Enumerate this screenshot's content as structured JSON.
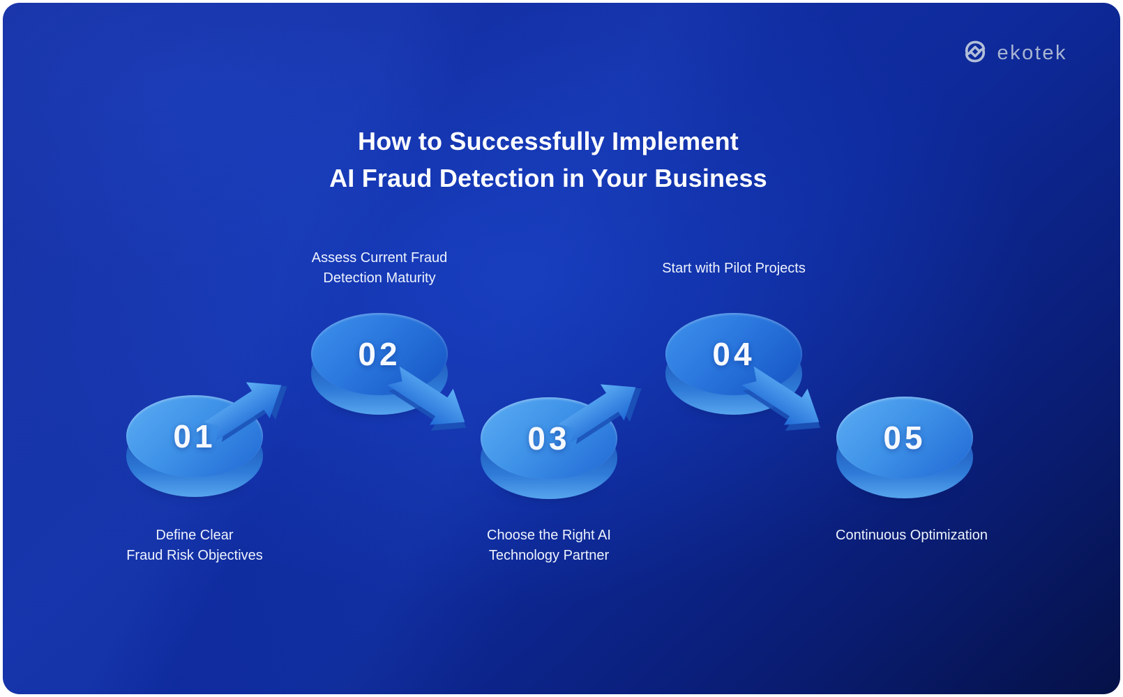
{
  "logo": {
    "label": "ekotek",
    "icon": "ekotek-logo-icon",
    "text_color": "#a9b5d2",
    "icon_color": "#b3bfd9"
  },
  "title": {
    "line1": "How to Successfully Implement",
    "line2": "AI Fraud Detection in Your Business",
    "color": "#ffffff"
  },
  "steps": [
    {
      "number": "01",
      "label": [
        "Define Clear",
        "Fraud Risk Objectives"
      ],
      "label_position": "below",
      "arrow": "up-right",
      "disc_style": "light"
    },
    {
      "number": "02",
      "label": [
        "Assess Current Fraud",
        "Detection Maturity"
      ],
      "label_position": "above",
      "arrow": "down-right",
      "disc_style": "deep"
    },
    {
      "number": "03",
      "label": [
        "Choose the Right AI",
        "Technology Partner"
      ],
      "label_position": "below",
      "arrow": "up-right",
      "disc_style": "light"
    },
    {
      "number": "04",
      "label": [
        "Start with Pilot Projects"
      ],
      "label_position": "above",
      "arrow": "down-right",
      "disc_style": "deep"
    },
    {
      "number": "05",
      "label": [
        "Continuous Optimization"
      ],
      "label_position": "below",
      "arrow": "none",
      "disc_style": "light"
    }
  ],
  "colors": {
    "background_center": "#1133a4",
    "background_edge": "#051148",
    "disc_light_top": "#5cadf4",
    "disc_light_bottom": "#2068d4",
    "disc_deep_top": "#3f92ec",
    "disc_deep_bottom": "#1452c2",
    "disc_rim": "#57a5ee",
    "arrow_fill_top": "#5fb0f5",
    "arrow_fill_bottom": "#1f6ad6",
    "arrow_depth": "#1c53b8",
    "number_text": "#f6f9ff",
    "label_text": "#eef3fd"
  }
}
